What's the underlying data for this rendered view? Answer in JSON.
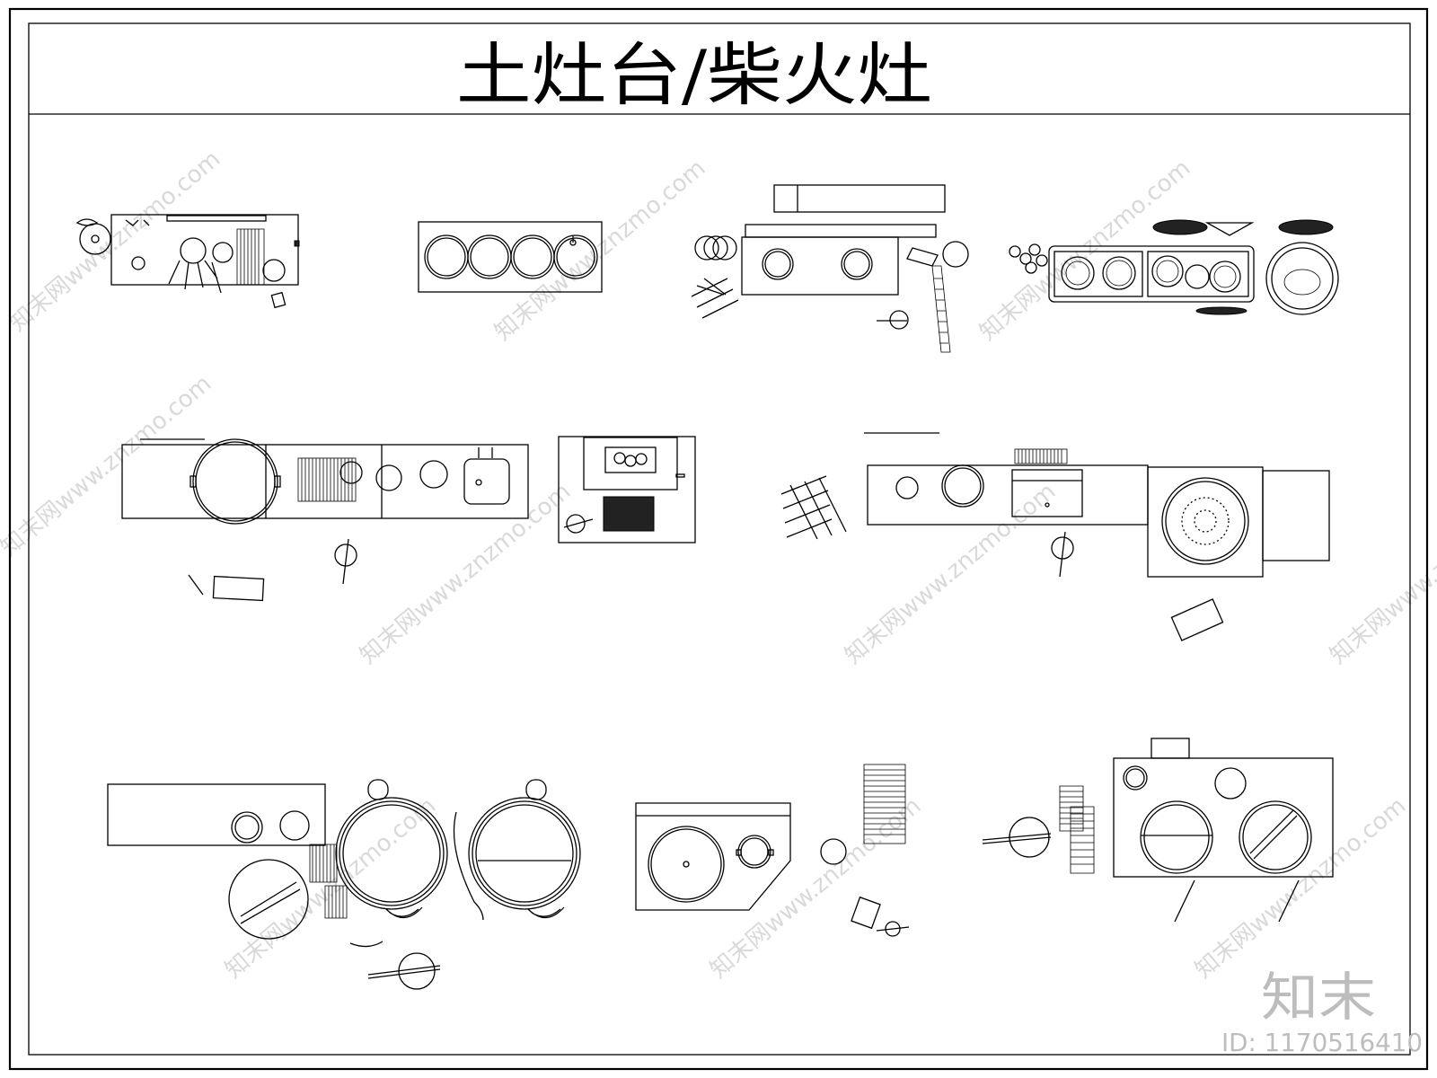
{
  "title": "土灶台/柴火灶",
  "brand": {
    "logo_text": "知末",
    "id_label": "ID: 1170516410"
  },
  "watermarks": [
    "知末网www.znzmo.com",
    "知末网www.znzmo.com",
    "知末网www.znzmo.com",
    "知末网www.znzmo.com",
    "知末网www.znzmo.com",
    "知末网www.znzmo.com",
    "知末网www.znzmo.com",
    "知末网www.znzmo.com",
    "知末网www.znzmo.com",
    "知末网www.znzmo.com"
  ],
  "colors": {
    "line": "#000000",
    "background": "#ffffff",
    "watermark": "#d9d9d9"
  }
}
